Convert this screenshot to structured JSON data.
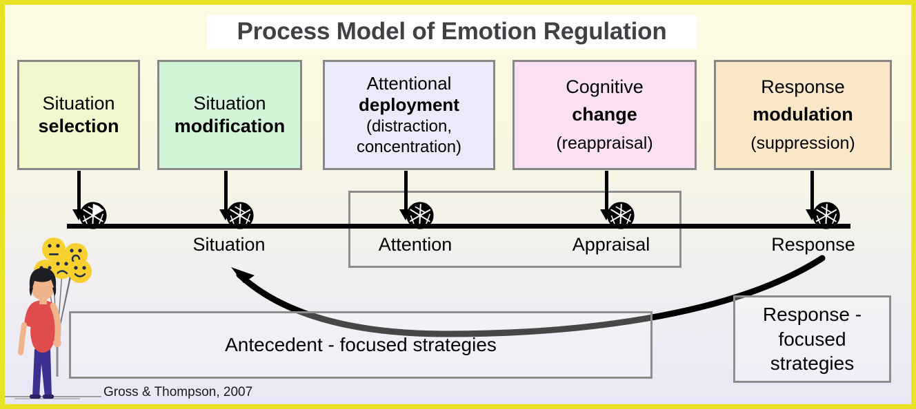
{
  "title": "Process Model of Emotion Regulation",
  "citation": "Gross & Thompson, 2007",
  "colors": {
    "frame": "#e8e324",
    "title_text": "#3f4145",
    "title_band": "#ffffff",
    "box_border": "#878787",
    "box1_fill": "#f2f7ce",
    "box2_fill": "#d2f5d8",
    "box3_fill": "#eaeafb",
    "box4_fill": "#fbdff5",
    "box5_fill": "#fae7c8",
    "timeline": "#000000",
    "background_top": "#fdfbe3",
    "background_bottom": "#e9e7f5"
  },
  "strategy_boxes": [
    {
      "name": "situation-selection",
      "line1": "Situation",
      "line2": "selection",
      "line3": "",
      "line4": "",
      "fill": "#f2f7ce"
    },
    {
      "name": "situation-modification",
      "line1": "Situation",
      "line2": "modification",
      "line3": "",
      "line4": "",
      "fill": "#d2f5d8"
    },
    {
      "name": "attentional-deployment",
      "line1": "Attentional",
      "line2": "deployment",
      "line3": "(distraction,",
      "line4": "concentration)",
      "fill": "#eaeafb"
    },
    {
      "name": "cognitive-change",
      "line1": "Cognitive",
      "line2": "change",
      "line3": "(reappraisal)",
      "line4": "",
      "fill": "#fbdff5"
    },
    {
      "name": "response-modulation",
      "line1": "Response",
      "line2": "modulation",
      "line3": "(suppression)",
      "line4": "",
      "fill": "#fae7c8"
    }
  ],
  "stages": [
    {
      "name": "situation",
      "label": "Situation"
    },
    {
      "name": "attention",
      "label": "Attention"
    },
    {
      "name": "appraisal",
      "label": "Appraisal"
    },
    {
      "name": "response",
      "label": "Response"
    }
  ],
  "lower_boxes": {
    "antecedent": "Antecedent - focused strategies",
    "response_focused_line1": "Response -",
    "response_focused_line2": "focused",
    "response_focused_line3": "strategies"
  },
  "icons": {
    "aperture": "aperture-icon",
    "arrow_down": "arrow-down-icon",
    "feedback_arrow": "feedback-loop-arrow-icon",
    "illustration": "woman-with-emoji-balloons-illustration"
  }
}
